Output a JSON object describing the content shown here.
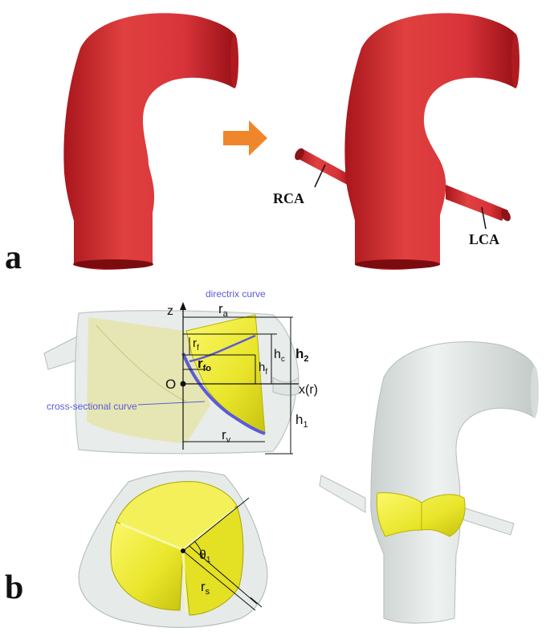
{
  "panels": {
    "a": {
      "label": "a",
      "branch_labels": {
        "rca": "RCA",
        "lca": "LCA"
      }
    },
    "b": {
      "label": "b"
    }
  },
  "annotations": {
    "directrix": "directrix curve",
    "cross_section": "cross-sectional curve",
    "z_axis": "z",
    "x_axis": "x(r)",
    "origin": "O",
    "ra": {
      "base": "r",
      "sub": "a"
    },
    "rf": {
      "base": "r",
      "sub": "f"
    },
    "rfo": {
      "base": "r",
      "sub": "fo"
    },
    "hf": {
      "base": "h",
      "sub": "f"
    },
    "hc": {
      "base": "h",
      "sub": "c"
    },
    "h2": {
      "base": "h",
      "sub": "2"
    },
    "h1": {
      "base": "h",
      "sub": "1"
    },
    "rv": {
      "base": "r",
      "sub": "v"
    },
    "theta1": {
      "base": "θ",
      "sub": "1"
    },
    "rs": {
      "base": "r",
      "sub": "s"
    }
  },
  "colors": {
    "aorta_red": "#d8343a",
    "aorta_red_dark": "#a8161c",
    "arrow_orange": "#f0862b",
    "leaflet_yellow": "#f1ee3a",
    "leaflet_yellow_dark": "#b8b300",
    "directrix_blue": "#5b5bd6",
    "tissue_gray": "#e6ebe9"
  }
}
